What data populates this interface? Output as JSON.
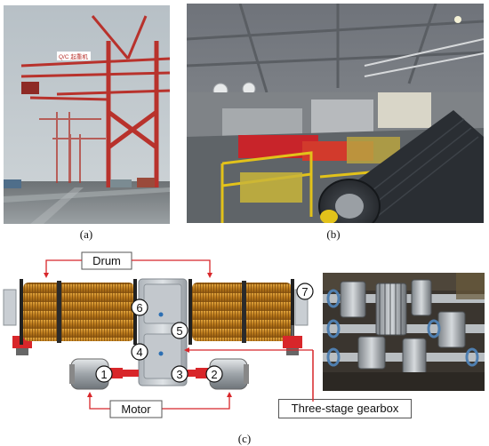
{
  "captions": {
    "a": "(a)",
    "b": "(b)",
    "c": "(c)"
  },
  "panel_a": {
    "crane_sign": "Q/C 起重机"
  },
  "diagram": {
    "labels": {
      "drum": "Drum",
      "motor": "Motor",
      "gearbox": "Three-stage gearbox"
    },
    "callouts": [
      "1",
      "2",
      "3",
      "4",
      "5",
      "6",
      "7"
    ]
  },
  "colors": {
    "callout_arrow": "#d8262a",
    "drum_wire": "#c8871a",
    "coupling": "#d8262a",
    "gearbox_body": "#c9ced3"
  }
}
